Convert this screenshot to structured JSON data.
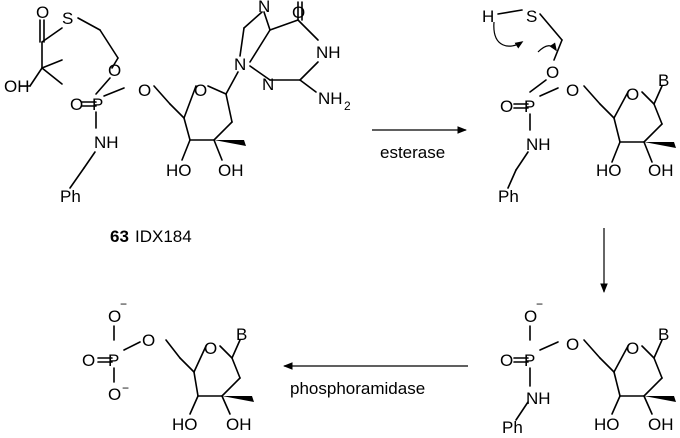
{
  "compound": {
    "number": "63",
    "name": "IDX184"
  },
  "atoms": {
    "O": "O",
    "S": "S",
    "P": "P",
    "N": "N",
    "NH": "NH",
    "HO": "HO",
    "OH": "OH",
    "H": "H",
    "Ph": "Ph",
    "B": "B",
    "NH2": "NH",
    "two": "2",
    "minus": "−"
  },
  "arrows": {
    "esterase": "esterase",
    "phosphoramidase": "phosphoramidase"
  }
}
